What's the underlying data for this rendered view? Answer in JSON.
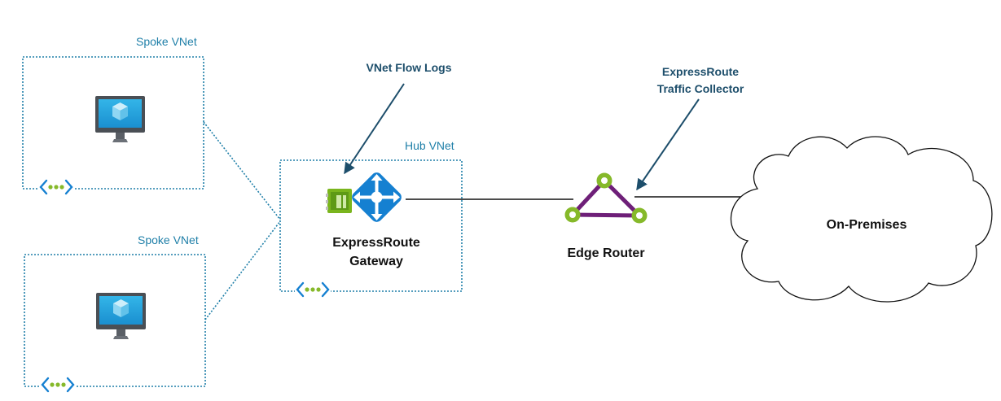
{
  "spoke_vnet_1": {
    "title": "Spoke VNet",
    "vm_icon": "virtual-machine-icon",
    "vnet_icon": "vnet-icon"
  },
  "spoke_vnet_2": {
    "title": "Spoke VNet",
    "vm_icon": "virtual-machine-icon",
    "vnet_icon": "vnet-icon"
  },
  "hub_vnet": {
    "title": "Hub VNet",
    "vnet_icon": "vnet-icon",
    "gateway": {
      "label_line1": "ExpressRoute",
      "label_line2": "Gateway",
      "icon": "expressroute-gateway-icon"
    }
  },
  "callouts": {
    "flow_logs": "VNet Flow Logs",
    "traffic_collector_line1": "ExpressRoute",
    "traffic_collector_line2": "Traffic Collector"
  },
  "edge_router": {
    "label": "Edge Router",
    "icon": "router-triangle-icon"
  },
  "on_premises": {
    "label": "On-Premises",
    "icon": "cloud-icon"
  },
  "colors": {
    "vnet_border": "#1f7fa8",
    "azure_blue": "#1580d1",
    "accent_green": "#86b92a",
    "router_purple": "#6e1f78",
    "callout_text": "#1d4e6b",
    "connection": "#111111"
  }
}
